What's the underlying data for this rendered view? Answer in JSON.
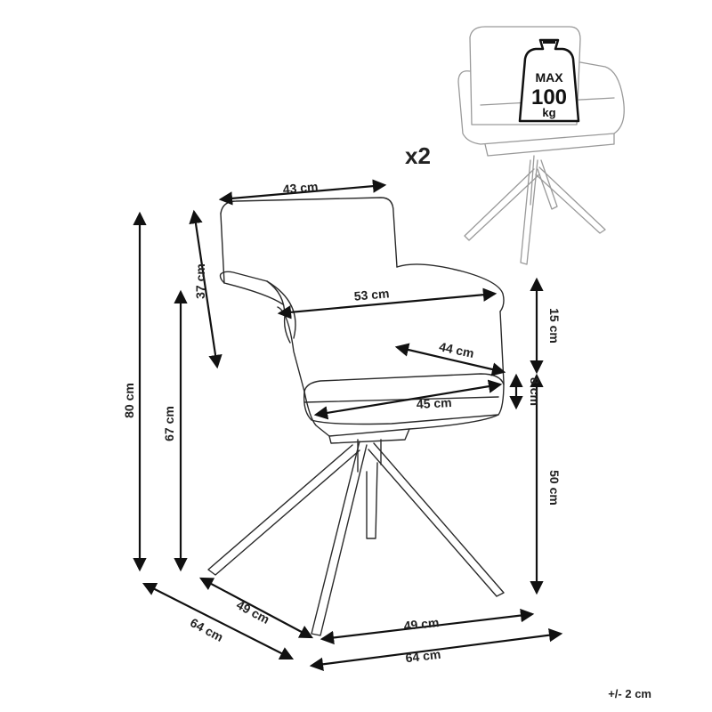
{
  "diagram": {
    "quantity": "x2",
    "tolerance": "+/- 2 cm",
    "max_load": {
      "line1": "MAX",
      "line2": "100",
      "line3": "kg"
    },
    "dimensions": {
      "backrest_width": "43 cm",
      "backrest_height": "37 cm",
      "arm_width": "53 cm",
      "seat_depth": "44 cm",
      "seat_width": "45 cm",
      "armrest_height": "15 cm",
      "seat_thickness": "8 cm",
      "seat_height": "50 cm",
      "total_height": "80 cm",
      "arm_floor_height": "67 cm",
      "base_depth": "49 cm",
      "base_width": "49 cm",
      "overall_depth": "64 cm",
      "overall_width": "64 cm"
    }
  }
}
